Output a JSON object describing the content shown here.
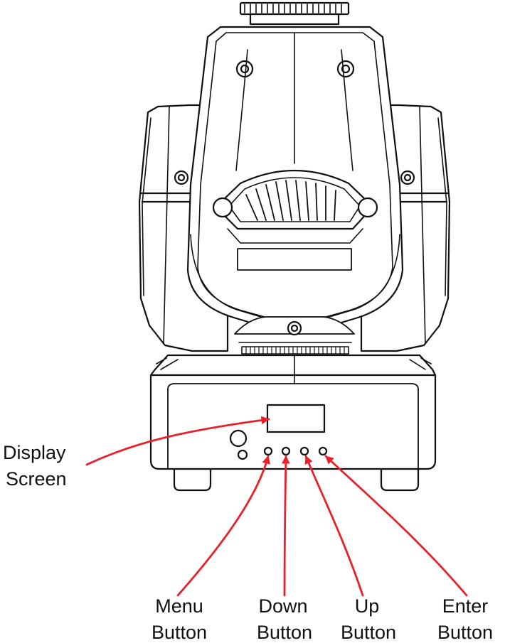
{
  "labels": {
    "display_l1": "Display",
    "display_l2": "Screen",
    "menu_l1": "Menu",
    "menu_l2": "Button",
    "down_l1": "Down",
    "down_l2": "Button",
    "up_l1": "Up",
    "up_l2": "Button",
    "enter_l1": "Enter",
    "enter_l2": "Button"
  },
  "colors": {
    "outline": "#111111",
    "arrow": "#e8202a",
    "background": "#ffffff"
  }
}
